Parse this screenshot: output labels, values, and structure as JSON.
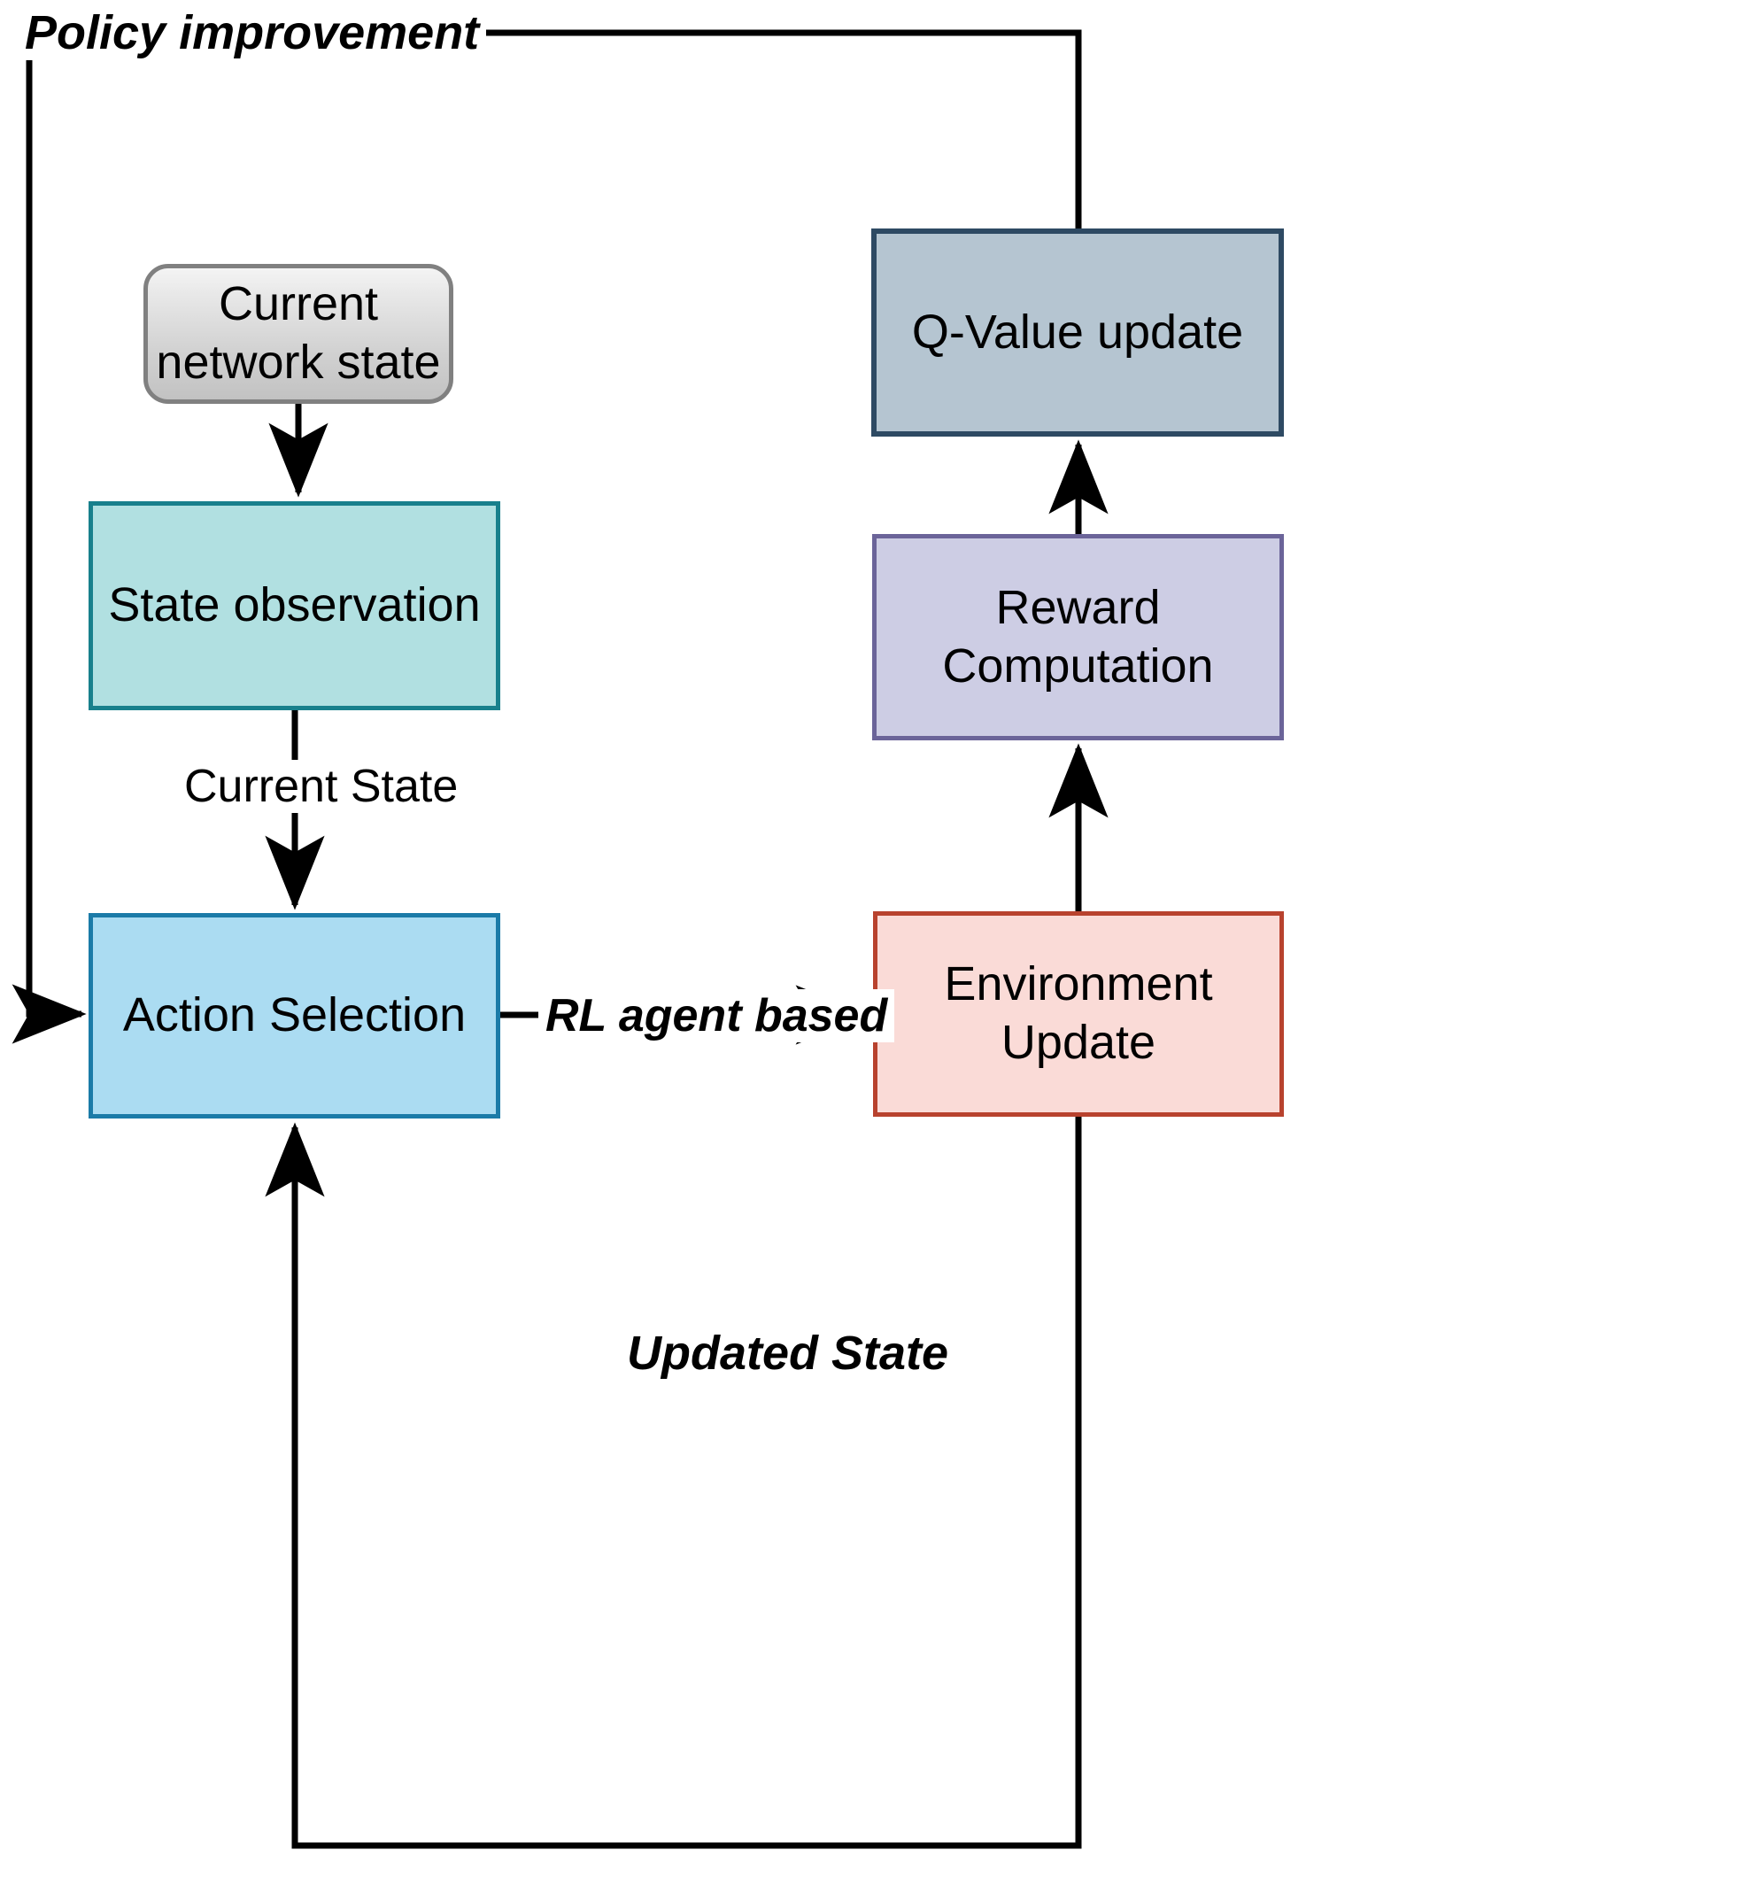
{
  "diagram": {
    "title": "Reinforcement learning control loop",
    "type": "flowchart",
    "background_color": "#ffffff",
    "nodes": [
      {
        "id": "current-network-state",
        "label": "Current network state",
        "shape": "rounded-rectangle",
        "fill": "#d2d2d2",
        "border": "#808080"
      },
      {
        "id": "state-observation",
        "label": "State observation",
        "shape": "rectangle",
        "fill": "#b1e0e1",
        "border": "#18808c"
      },
      {
        "id": "action-selection",
        "label": "Action Selection",
        "shape": "rectangle",
        "fill": "#abdcf2",
        "border": "#1b7ba8"
      },
      {
        "id": "environment-update",
        "label": "Environment Update",
        "shape": "rectangle",
        "fill": "#fadbd7",
        "border": "#b8422e"
      },
      {
        "id": "reward-computation",
        "label": "Reward Computation",
        "shape": "rectangle",
        "fill": "#cdcde4",
        "border": "#6b6499"
      },
      {
        "id": "q-value-update",
        "label": "Q-Value update",
        "shape": "rectangle",
        "fill": "#b5c5d1",
        "border": "#2e4a63"
      }
    ],
    "edges": [
      {
        "id": "current-network-state-to-state-observation",
        "from": "current-network-state",
        "to": "state-observation",
        "label": ""
      },
      {
        "id": "state-observation-to-action-selection",
        "from": "state-observation",
        "to": "action-selection",
        "label": "Current State",
        "style": "regular"
      },
      {
        "id": "action-selection-to-environment-update",
        "from": "action-selection",
        "to": "environment-update",
        "label": "RL agent based",
        "style": "bold-italic"
      },
      {
        "id": "environment-update-to-reward-computation",
        "from": "environment-update",
        "to": "reward-computation",
        "label": ""
      },
      {
        "id": "reward-computation-to-q-value-update",
        "from": "reward-computation",
        "to": "q-value-update",
        "label": ""
      },
      {
        "id": "q-value-update-to-action-selection",
        "from": "q-value-update",
        "to": "action-selection",
        "label": "Policy improvement",
        "style": "bold-italic"
      },
      {
        "id": "environment-update-to-action-selection",
        "from": "environment-update",
        "to": "action-selection",
        "label": "Updated State",
        "style": "bold-italic"
      }
    ],
    "edge_labels": {
      "policy_improvement": "Policy improvement",
      "current_state": "Current State",
      "rl_agent_based": "RL agent based",
      "updated_state": "Updated State"
    },
    "line_color": "#000000"
  }
}
